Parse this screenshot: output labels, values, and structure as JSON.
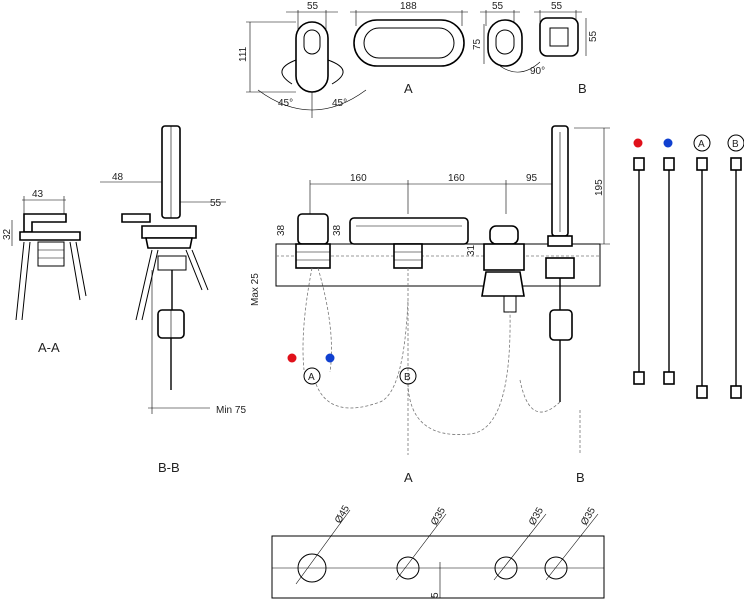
{
  "top_views": {
    "dim_55_a": "55",
    "dim_111": "111",
    "angle_left": "45°",
    "angle_right": "45°",
    "dim_188": "188",
    "label_a": "A",
    "dim_55_b": "55",
    "dim_75": "75",
    "angle_90": "90°",
    "dim_55_c": "55",
    "dim_55_d": "55",
    "label_b": "B"
  },
  "section_aa": {
    "dim_43": "43",
    "dim_32": "32",
    "title": "A-A"
  },
  "section_bb": {
    "dim_48": "48",
    "dim_55": "55",
    "min_75": "Min 75",
    "title": "B-B"
  },
  "front_view": {
    "dim_160_a": "160",
    "dim_160_b": "160",
    "dim_95": "95",
    "dim_195": "195",
    "dim_38_a": "38",
    "dim_38_b": "38",
    "dim_31": "31",
    "max_25": "Max 25",
    "circle_a": "A",
    "circle_b": "B",
    "bottom_a": "A",
    "bottom_b": "B"
  },
  "hoses": {
    "circle_a": "A",
    "circle_b": "B",
    "hot_color": "#e0101a",
    "cold_color": "#1040d0"
  },
  "plate": {
    "dia_45": "Ø45",
    "dia_35_a": "Ø35",
    "dia_35_b": "Ø35",
    "dia_35_c": "Ø35",
    "dim_5": "5"
  }
}
